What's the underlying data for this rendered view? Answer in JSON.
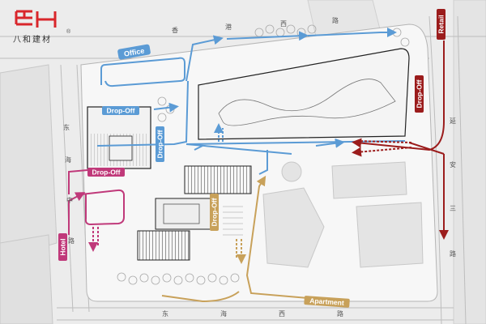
{
  "brand": {
    "name": "八和建材",
    "registered_mark": "®",
    "color": "#d9262b"
  },
  "streets": {
    "north": [
      "香",
      "港",
      "西",
      "路"
    ],
    "east": [
      "延",
      "安",
      "三",
      "路"
    ],
    "south": [
      "东",
      "海",
      "西",
      "路"
    ],
    "west": [
      "东",
      "海",
      "中",
      "路"
    ]
  },
  "labels": {
    "office": "Office",
    "drop_off_top": "Drop-Off",
    "drop_off_vertical": "Drop-Off",
    "drop_off_left": "Drop-Off",
    "drop_off_bottom": "Drop-Off",
    "drop_off_right": "Drop-Off",
    "retail": "Retail",
    "hotel": "Hotel",
    "apartment": "Apartment"
  },
  "colors": {
    "office_route": "#5b9bd5",
    "hotel_route": "#c0397a",
    "retail_route": "#9b1c1c",
    "apartment_route": "#c8a15a",
    "building_outline": "#222222",
    "site_fill": "#f7f7f7",
    "background": "#ececec"
  }
}
